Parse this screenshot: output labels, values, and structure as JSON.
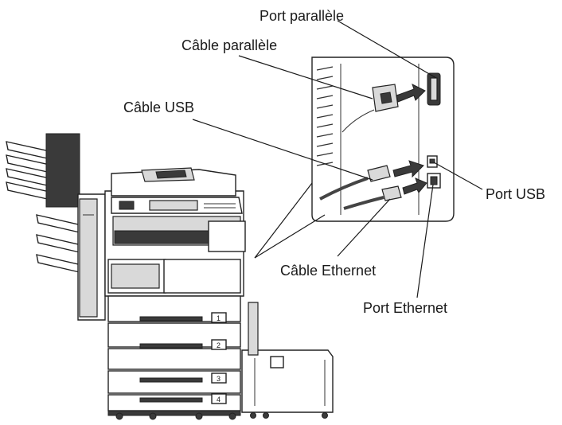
{
  "labels": {
    "port_parallel": "Port parallèle",
    "cable_parallel": "Câble parallèle",
    "cable_usb": "Câble USB",
    "port_usb": "Port USB",
    "cable_ethernet": "Câble Ethernet",
    "port_ethernet": "Port Ethernet"
  },
  "tray_numbers": [
    "1",
    "2",
    "3",
    "4"
  ]
}
